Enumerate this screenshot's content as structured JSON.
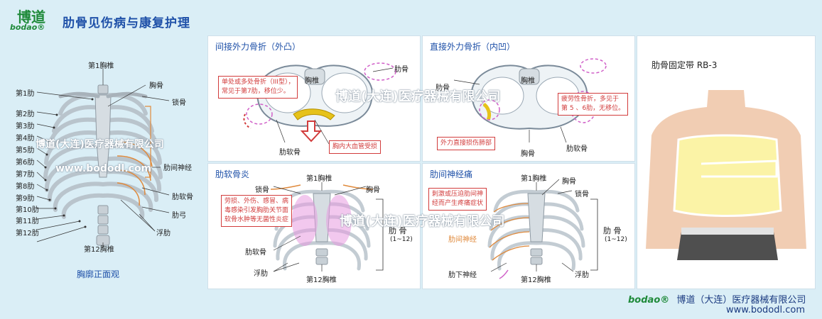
{
  "header": {
    "logo_hanzi": "博道",
    "logo_latin": "bodao®",
    "title": "肋骨见伤病与康复护理"
  },
  "left_diagram": {
    "top_label": "第1胸椎",
    "bottom_label": "第12胸椎",
    "caption": "胸廓正面观",
    "ribs": [
      "第1肋",
      "第2肋",
      "第3肋",
      "第4肋",
      "第5肋",
      "第6肋",
      "第7肋",
      "第8肋",
      "第9肋",
      "第10肋",
      "第11肋",
      "第12肋"
    ],
    "right_labels": {
      "sternum": "胸骨",
      "clavicle": "锁骨",
      "intercostal_nerve": "肋间神经",
      "costal_cartilage": "肋软骨",
      "costal_arch": "肋弓",
      "floating_rib": "浮肋"
    }
  },
  "panel_indirect": {
    "title": "间接外力骨折（外凸）",
    "sternum": "胸椎",
    "rib": "肋骨",
    "cartilage": "肋软骨",
    "note": [
      "单处或多处骨折（III型），",
      "常见于第7肋，移位少。"
    ],
    "vessel_note": "胸内大血管受损"
  },
  "panel_direct": {
    "title": "直接外力骨折（内凹）",
    "spine": "胸椎",
    "rib": "肋骨",
    "sternum": "胸骨",
    "cartilage": "肋软骨",
    "note": [
      "疲劳性骨折，多见于",
      "第 5 、6肋，无移位。"
    ],
    "lung_note": "外力直接损伤肺部"
  },
  "panel_chondritis": {
    "title": "肋软骨炎",
    "top": "第1胸椎",
    "clavicle": "锁骨",
    "sternum": "胸骨",
    "cartilage": "肋软骨",
    "floating": "浮肋",
    "bottom": "第12胸椎",
    "rib_label": "肋 骨",
    "rib_range": "(1~12)",
    "note": [
      "劳损、外伤、感冒、病",
      "毒感染引发胸肋关节面",
      "软骨水肿等无菌性炎症"
    ]
  },
  "panel_neuralgia": {
    "title": "肋间神经痛",
    "top": "第1胸椎",
    "sternum": "胸骨",
    "clavicle": "锁骨",
    "nerve": "肋间神经",
    "subcostal": "肋下神经",
    "floating": "浮肋",
    "bottom": "第12胸椎",
    "rib_label": "肋 骨",
    "rib_range": "(1~12)",
    "note": [
      "刺激或压迫肋间神",
      "经而产生疼痛症状"
    ]
  },
  "product": {
    "title": "肋骨固定带 RB-3"
  },
  "watermark": {
    "company": "博道(大连)医疗器械有限公司",
    "url": "www.bododl.com"
  },
  "footer": {
    "logo": "bodao®",
    "company": "博道（大连）医疗器械有限公司",
    "url": "www.bododl.com"
  },
  "colors": {
    "title_blue": "#1e50a8",
    "warning_red": "#d23c3c",
    "nerve_orange": "#e08a3c",
    "inflammation_pink": "#d060c8"
  }
}
